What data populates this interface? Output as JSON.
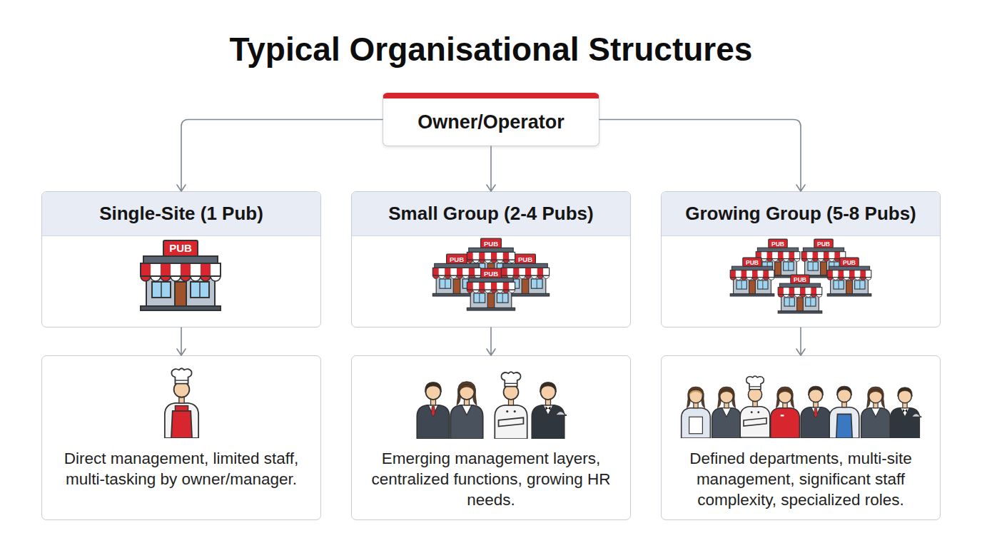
{
  "diagram": {
    "title": "Typical Organisational Structures",
    "nodes": [
      {
        "text": [
          "Owner/Operator"
        ]
      },
      {
        "text": [
          "Single-Site (1 Pub)"
        ]
      },
      {
        "text": [
          "Small Group (2-4 Pubs)"
        ]
      },
      {
        "text": [
          "Growing Group (5-8 Pubs)"
        ]
      },
      {
        "text": [
          "Direct management, limited staff, multi-tasking by owner/manager."
        ]
      },
      {
        "text": [
          "Emerging management layers, centralized functions, growing HR needs."
        ]
      },
      {
        "text": [
          "Defined departments, multi-site management, significant staff complexity, specialized roles."
        ]
      }
    ],
    "edges": [
      {
        "from": 0,
        "to": 1,
        "arrow": "to"
      },
      {
        "from": 0,
        "to": 2,
        "arrow": "to"
      },
      {
        "from": 0,
        "to": 3,
        "arrow": "to"
      },
      {
        "from": 1,
        "to": 4,
        "arrow": "to"
      },
      {
        "from": 2,
        "to": 5,
        "arrow": "to"
      },
      {
        "from": 3,
        "to": 6,
        "arrow": "to"
      }
    ],
    "labels": [
      "PUB",
      "PUB",
      "PUB",
      "PUB",
      "PUB",
      "PUB",
      "PUB",
      "PUB",
      "PUB",
      "PUB"
    ]
  }
}
